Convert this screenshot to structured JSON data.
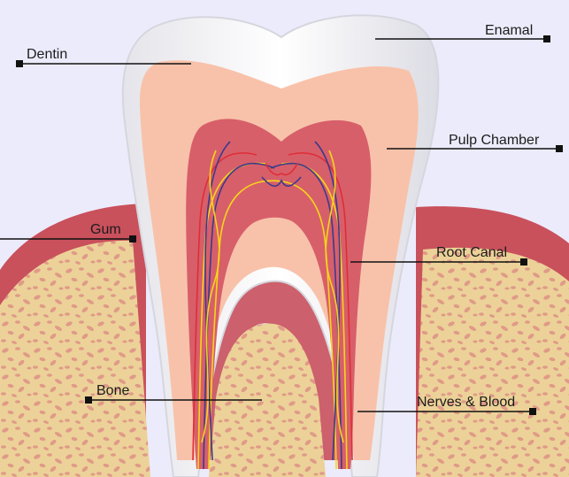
{
  "colors": {
    "background": "#ecebfb",
    "enamel": "#f3f3f5",
    "dentin": "#f8c2aa",
    "pulp": "#d75f6a",
    "gum": "#c9515c",
    "bone": "#ecd298",
    "bone_pores": "#e09a88",
    "nerve_red": "#e02d36",
    "nerve_blue": "#3c3a8c",
    "nerve_yellow": "#f6d51b",
    "leader_line": "#111111"
  },
  "labels": {
    "enamal": "Enamal",
    "dentin": "Dentin",
    "pulp_chamber": "Pulp Chamber",
    "gum": "Gum",
    "root_canal": "Root Canal",
    "bone": "Bone",
    "nerves_blood": "Nerves & Blood"
  }
}
